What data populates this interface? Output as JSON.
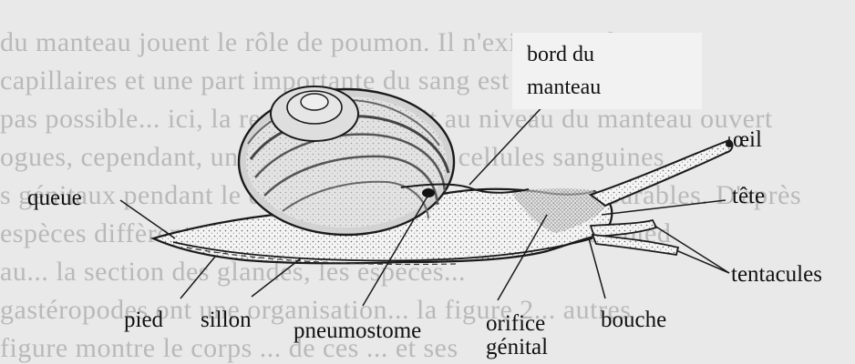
{
  "background_text": [
    "du manteau jouent le rôle de poumon. Il n'existe pas de",
    "capillaires et une part importante du sang est",
    "pas possible... ici, la respiration se fait au niveau du manteau ouvert",
    "ogues, cependant, un certain nombre de cellules sanguines",
    "s génitaux pendant le développement, sont assez comparables. D'après",
    "espèces diffèrent... en fonction des caractéristiques du pied",
    "au... la section des glandes, les espèces...",
    "gastéropodes ont une organisation... la figure 2... autres",
    "figure montre le corps ... de ces ... et ses"
  ],
  "labels": {
    "bord_du_manteau": [
      "bord du",
      "manteau"
    ],
    "oeil": "œil",
    "tete": "tête",
    "tentacules": "tentacules",
    "queue": "queue",
    "pied": "pied",
    "sillon": "sillon",
    "pneumostome": "pneumostome",
    "orifice_genital": [
      "orifice",
      "génital"
    ],
    "bouche": "bouche"
  }
}
